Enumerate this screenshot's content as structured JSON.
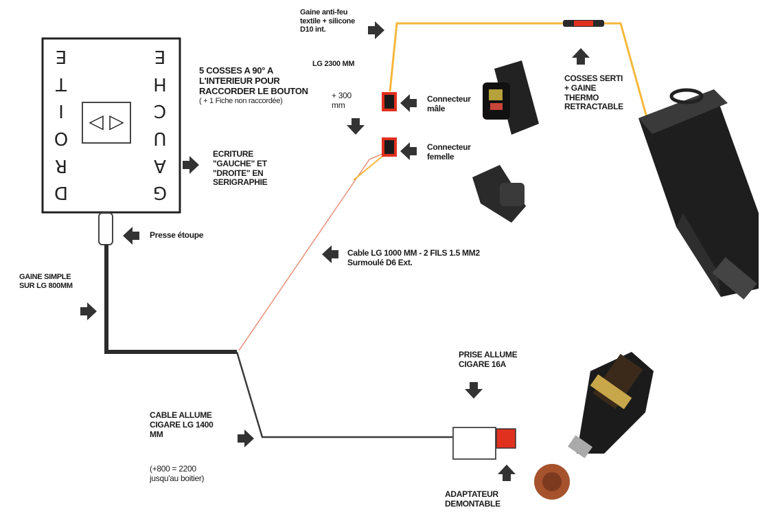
{
  "control_box": {
    "left_letters": [
      "D",
      "R",
      "O",
      "I",
      "T",
      "E"
    ],
    "right_letters": [
      "G",
      "A",
      "U",
      "C",
      "H",
      "E"
    ],
    "button_left": "◁",
    "button_right": "▷"
  },
  "labels": {
    "cosses": [
      "5 COSSES A 90° A",
      "L'INTERIEUR POUR",
      "RACCORDER LE BOUTON",
      "( + 1 Fiche non raccordée)"
    ],
    "ecriture": [
      "ECRITURE",
      "\"GAUCHE\" ET",
      "\"DROITE\" EN",
      "SERIGRAPHIE"
    ],
    "presse_etoupe": "Presse étoupe",
    "gaine_simple": [
      "GAINE SIMPLE",
      "SUR LG 800MM"
    ],
    "cable_allume": [
      "CABLE ALLUME",
      "CIGARE LG 1400",
      "MM"
    ],
    "note_2200": [
      "(+800 = 2200",
      "jusqu'au boitier)"
    ],
    "gaine_antifeu": [
      "Gaine anti-feu",
      "textile + silicone",
      "D10 int."
    ],
    "lg_2300": "LG 2300 MM",
    "plus_300": [
      "+ 300",
      "mm"
    ],
    "connecteur_male": [
      "Connecteur",
      "mâle"
    ],
    "connecteur_femelle": [
      "Connecteur",
      "femelle"
    ],
    "cosses_serti": [
      "COSSES SERTI",
      "+ GAINE",
      "THERMO",
      "RETRACTABLE"
    ],
    "cable_lg": [
      "Cable LG 1000 MM - 2 FILS 1.5 MM2",
      "Surmoulé D6 Ext."
    ],
    "prise_allume": [
      "PRISE ALLUME",
      "CIGARE 16A"
    ],
    "adaptateur": [
      "ADAPTATEUR",
      "DEMONTABLE"
    ]
  },
  "colors": {
    "wire_yellow": "#f5b73a",
    "wire_red": "#e8907a",
    "cable_black": "#2b2b2b",
    "connector_red": "#e0301e",
    "arrow": "#333333"
  }
}
